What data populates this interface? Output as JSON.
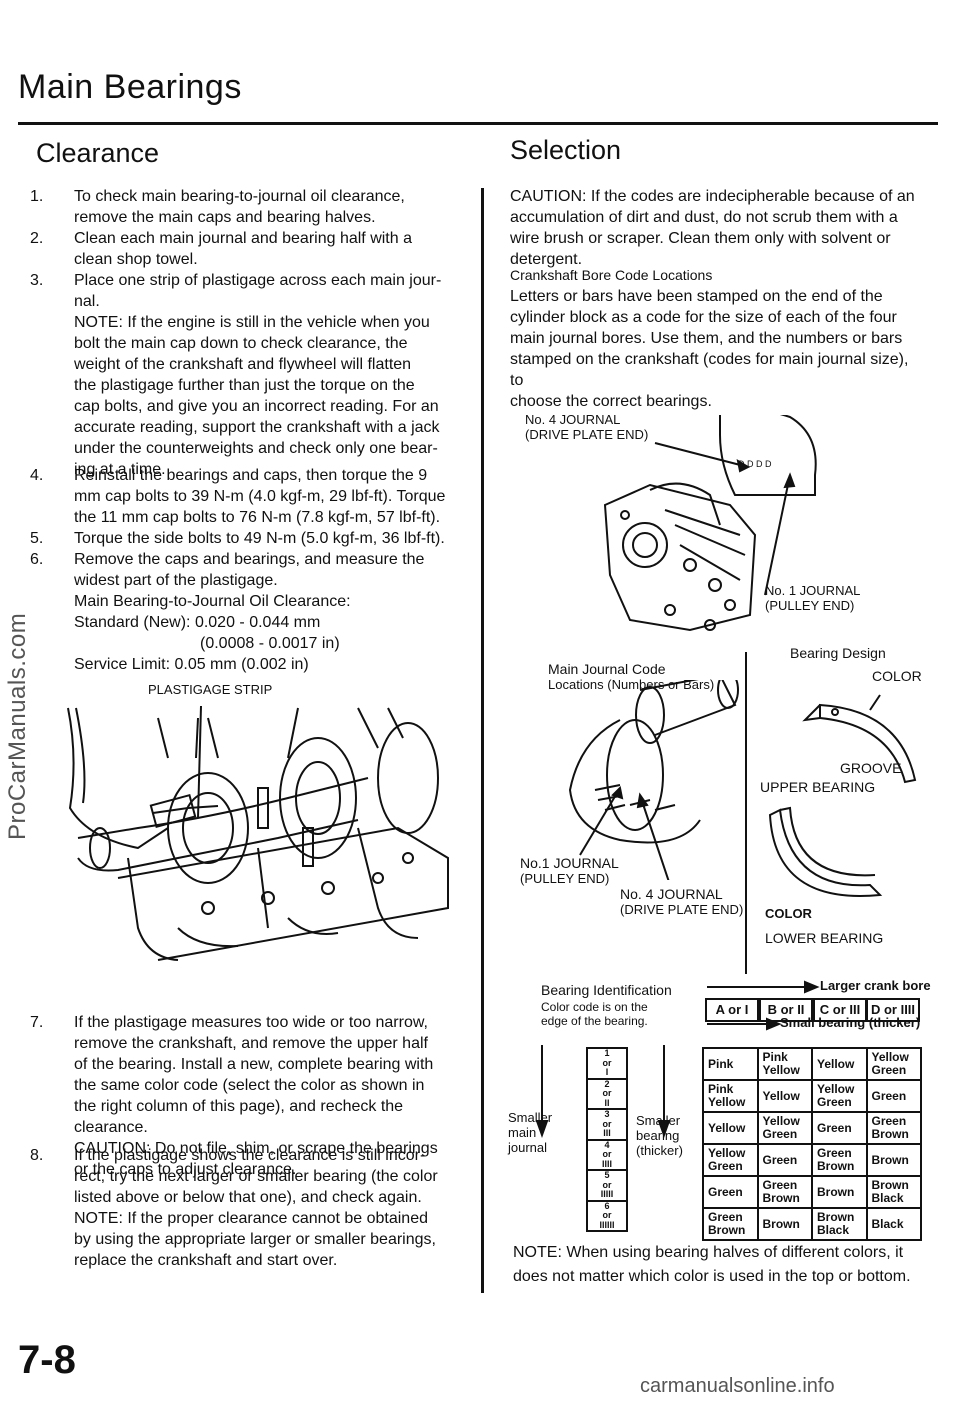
{
  "title": "Main Bearings",
  "watermark_left": "ProCarManuals.com",
  "watermark_bottom": "carmanualsonline.info",
  "page_number": "7-8",
  "clearance": {
    "heading": "Clearance",
    "steps": [
      {
        "num": "1.",
        "lines": [
          "To check main bearing-to-journal oil clearance,",
          "remove the main caps and bearing halves."
        ]
      },
      {
        "num": "2.",
        "lines": [
          "Clean each main journal and bearing half with a",
          "clean shop towel."
        ]
      },
      {
        "num": "3.",
        "lines": [
          "Place one strip of plastigage across each main jour-",
          "nal.",
          "NOTE: If the engine is still in the vehicle when you",
          "bolt the main cap down to check clearance, the",
          "weight of the crankshaft and flywheel will flatten",
          "the plastigage further than just the torque on the",
          "cap bolts, and give you an incorrect reading. For an",
          "accurate reading, support the crankshaft with a jack",
          "under the counterweights and check only one bear-",
          "ing at a time."
        ]
      },
      {
        "num": "4.",
        "lines": [
          "Reinstall the bearings and caps, then torque the 9",
          "mm cap bolts to 39 N-m (4.0 kgf-m, 29 lbf-ft). Torque",
          "the 11 mm cap bolts to 76 N-m (7.8 kgf-m, 57 lbf-ft)."
        ]
      },
      {
        "num": "5.",
        "lines": [
          "Torque the side bolts to 49 N-m (5.0 kgf-m, 36 lbf-ft)."
        ]
      },
      {
        "num": "6.",
        "lines": [
          "Remove the caps and bearings, and measure the",
          "widest part of the plastigage.",
          "Main Bearing-to-Journal Oil Clearance:",
          "Standard (New): 0.020 - 0.044 mm",
          "(0.0008 - 0.0017 in)",
          "Service Limit: 0.05 mm (0.002 in)"
        ]
      }
    ],
    "figure_label": "PLASTIGAGE STRIP",
    "steps2": [
      {
        "num": "7.",
        "lines": [
          "If the plastigage measures too wide or too narrow,",
          "remove the crankshaft, and remove the upper half",
          "of the bearing. Install a new, complete bearing with",
          "the same color code (select the color as shown in",
          "the right column of this page), and recheck the",
          "clearance.",
          "CAUTION: Do not file, shim, or scrape the bearings",
          "or the caps to adjust clearance."
        ]
      },
      {
        "num": "8.",
        "lines": [
          "If the plastigage shows the clearance is still incor-",
          "rect, try the next larger or smaller bearing (the color",
          "listed above or below that one), and check again.",
          "NOTE: If the proper clearance cannot be obtained",
          "by using the appropriate larger or smaller bearings,",
          "replace the crankshaft and start over."
        ]
      }
    ]
  },
  "selection": {
    "heading": "Selection",
    "caution": [
      "CAUTION: If the codes are indecipherable because of an",
      "accumulation of dirt and dust, do not scrub them with a",
      "wire brush or scraper. Clean them only with solvent or",
      "detergent."
    ],
    "subheading": "Crankshaft Bore Code Locations",
    "para": [
      "Letters or bars have been stamped on the end of the",
      "cylinder block as a code for the size of each of the four",
      "main journal bores. Use them, and the numbers or bars",
      "stamped on the crankshaft (codes for main journal size), to",
      "choose the correct bearings."
    ],
    "fig1": {
      "no4": [
        "No. 4 JOURNAL",
        "(DRIVE PLATE END)"
      ],
      "no1": [
        "No. 1 JOURNAL",
        "(PULLEY END)"
      ],
      "stamp": "D D D D"
    },
    "fig2": {
      "main_code": [
        "Main Journal Code",
        "Locations (Numbers or Bars)"
      ],
      "no1": [
        "No.1 JOURNAL",
        "(PULLEY END)"
      ],
      "no4": [
        "No. 4 JOURNAL",
        "(DRIVE PLATE END)"
      ],
      "bearing_design": "Bearing Design",
      "color_upper": "COLOR",
      "groove": "GROOVE",
      "upper": "UPPER BEARING",
      "color_lower": "COLOR",
      "lower": "LOWER BEARING"
    },
    "ident": {
      "title": "Bearing Identification",
      "sub": [
        "Color code is on the",
        "edge of the bearing."
      ],
      "larger": "Larger crank bore",
      "smaller": "Small bearing (thicker)",
      "headers": [
        "A or I",
        "B or II",
        "C or III",
        "D or IIII"
      ],
      "left_label": [
        "Smaller",
        "main",
        "journal"
      ],
      "mid_label": [
        "Smaller",
        "bearing",
        "(thicker)"
      ],
      "journal_codes": [
        [
          "1",
          "or",
          "I"
        ],
        [
          "2",
          "or",
          "II"
        ],
        [
          "3",
          "or",
          "III"
        ],
        [
          "4",
          "or",
          "IIII"
        ],
        [
          "5",
          "or",
          "IIIII"
        ],
        [
          "6",
          "or",
          "IIIIII"
        ]
      ],
      "rows": [
        [
          "Pink",
          "Pink Yellow",
          "Yellow",
          "Yellow Green"
        ],
        [
          "Pink Yellow",
          "Yellow",
          "Yellow Green",
          "Green"
        ],
        [
          "Yellow",
          "Yellow Green",
          "Green",
          "Green Brown"
        ],
        [
          "Yellow Green",
          "Green",
          "Green Brown",
          "Brown"
        ],
        [
          "Green",
          "Green Brown",
          "Brown",
          "Brown Black"
        ],
        [
          "Green Brown",
          "Brown",
          "Brown Black",
          "Black"
        ]
      ]
    },
    "note": [
      "NOTE: When using bearing halves of different colors, it",
      "does not matter which color is used in the top or bottom."
    ]
  }
}
